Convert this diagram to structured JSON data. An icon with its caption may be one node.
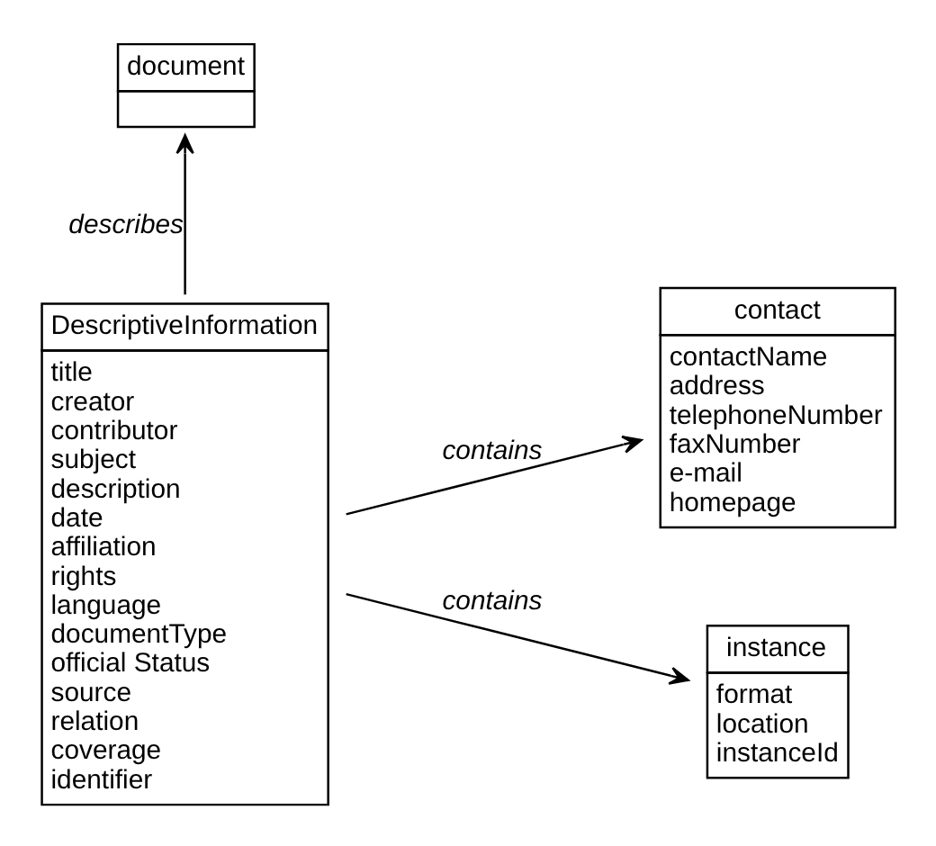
{
  "diagram": {
    "nodes": [
      {
        "text": [
          "document"
        ]
      },
      {
        "text": [
          "DescriptiveInformation",
          "title",
          "creator",
          "contributor",
          "subject",
          "description",
          "date",
          "affiliation",
          "rights",
          "language",
          "documentType",
          "official Status",
          "source",
          "relation",
          "coverage",
          "identifier"
        ]
      },
      {
        "text": [
          "contact",
          "contactName",
          "address",
          "telephoneNumber",
          "faxNumber",
          "e-mail",
          "homepage"
        ]
      },
      {
        "text": [
          "instance",
          "format",
          "location",
          "instanceId"
        ]
      }
    ],
    "edges": [
      {
        "from": 1,
        "to": 0,
        "arrow": "to",
        "label": "describes"
      },
      {
        "from": 1,
        "to": 2,
        "arrow": "to",
        "label": "contains"
      },
      {
        "from": 1,
        "to": 3,
        "arrow": "to",
        "label": "contains"
      }
    ]
  }
}
